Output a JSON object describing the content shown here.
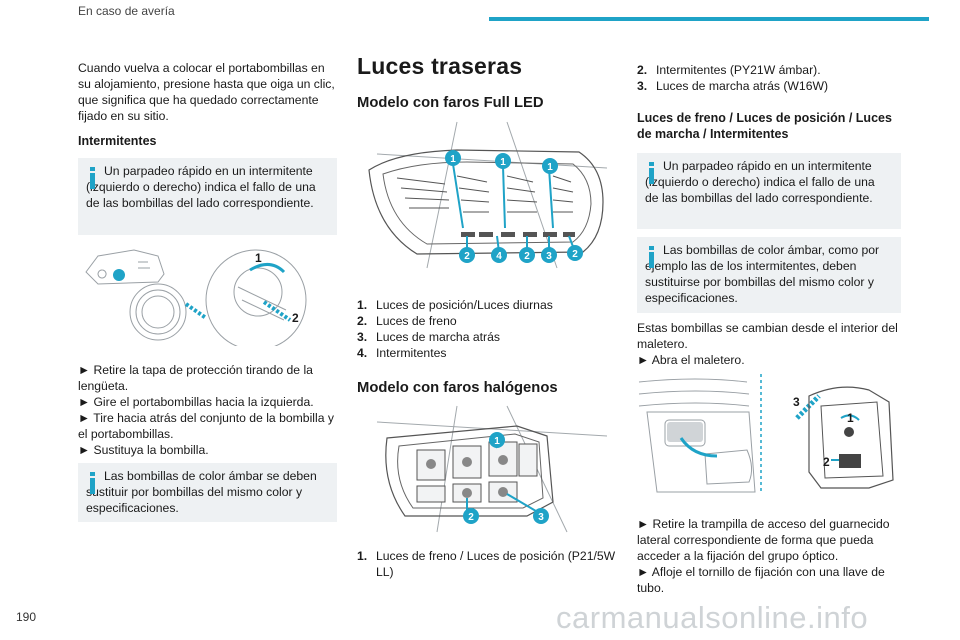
{
  "header": {
    "section": "En caso de avería",
    "accent": "#1fa3c7"
  },
  "page_number": "190",
  "watermark": "carmanualsonline.info",
  "col1": {
    "intro": "Cuando vuelva a colocar el portabombillas en su alojamiento, presione hasta que oiga un clic, que significa que ha quedado correctamente fijado en su sitio.",
    "heading": "Intermitentes",
    "note1": "Un parpadeo rápido en un intermitente (izquierdo o derecho) indica el fallo de una de las bombillas del lado correspondiente.",
    "fig_labels": [
      "1",
      "2"
    ],
    "steps": [
      "► Retire la tapa de protección tirando de la lengüeta.",
      "► Gire el portabombillas hacia la izquierda.",
      "► Tire hacia atrás del conjunto de la bombilla y el portabombillas.",
      "► Sustituya la bombilla."
    ],
    "note2": "Las bombillas de color ámbar se deben sustituir por bombillas del mismo color y especificaciones."
  },
  "col2": {
    "title": "Luces traseras",
    "sub1": "Modelo con faros Full LED",
    "led_fig_labels": [
      "1",
      "1",
      "1",
      "2",
      "4",
      "2",
      "3",
      "2"
    ],
    "list1": [
      {
        "n": "1.",
        "t": "Luces de posición/Luces diurnas"
      },
      {
        "n": "2.",
        "t": "Luces de freno"
      },
      {
        "n": "3.",
        "t": "Luces de marcha atrás"
      },
      {
        "n": "4.",
        "t": "Intermitentes"
      }
    ],
    "sub2": "Modelo con faros halógenos",
    "hal_fig_labels": [
      "1",
      "2",
      "3"
    ],
    "list2": [
      {
        "n": "1.",
        "t": "Luces de freno / Luces de posición (P21/5W LL)"
      }
    ]
  },
  "col3": {
    "list": [
      {
        "n": "2.",
        "t": "Intermitentes (PY21W ámbar)."
      },
      {
        "n": "3.",
        "t": "Luces de marcha atrás (W16W)"
      }
    ],
    "heading": "Luces de freno / Luces de posición / Luces de marcha / Intermitentes",
    "note1": "Un parpadeo rápido en un intermitente (izquierdo o derecho) indica el fallo de una de las bombillas del lado correspondiente.",
    "note2": "Las bombillas de color ámbar, como por ejemplo las de los intermitentes, deben sustituirse por bombillas del mismo color y especificaciones.",
    "para": "Estas bombillas se cambian desde el interior del maletero.",
    "step0": "► Abra el maletero.",
    "fig_labels": [
      "3",
      "1",
      "2"
    ],
    "steps": [
      "► Retire la trampilla de acceso del guarnecido lateral correspondiente de forma que pueda acceder a la fijación del grupo óptico.",
      "► Afloje el tornillo de fijación con una llave de tubo."
    ]
  }
}
